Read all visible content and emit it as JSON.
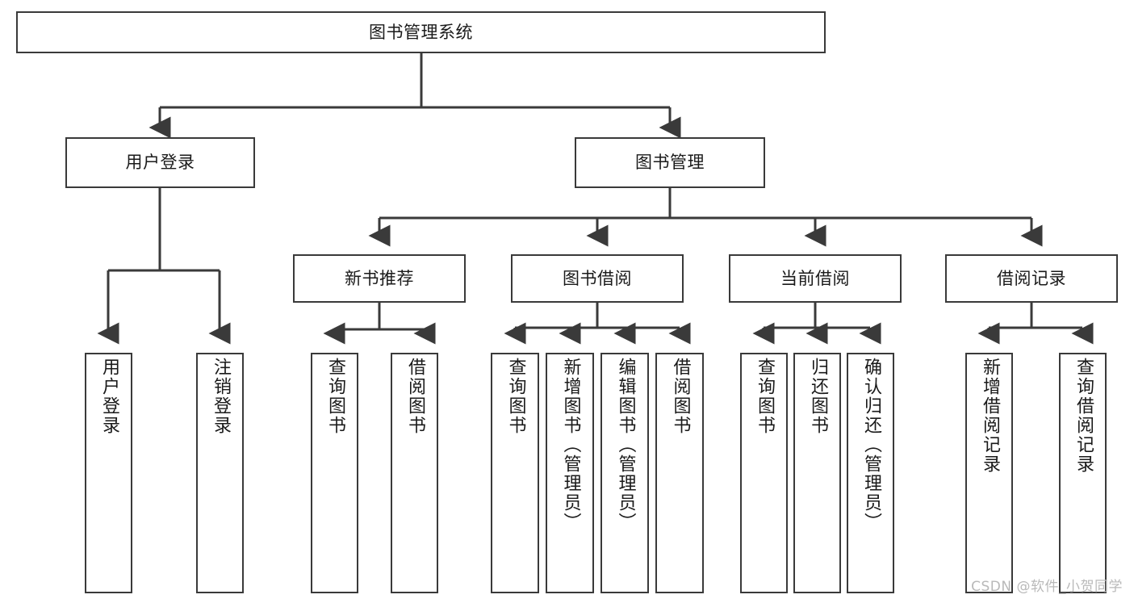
{
  "diagram": {
    "title": "图书管理系统",
    "type": "hierarchy-tree",
    "watermark": "CSDN @软件_小贺同学",
    "colors": {
      "box_border": "#3a3a3a",
      "box_fill": "#ffffff",
      "edge": "#3a3a3a",
      "text": "#1a1a1a",
      "watermark": "#b9b9b9"
    },
    "nodes": {
      "root": {
        "label": "图书管理系统"
      },
      "level2": [
        {
          "label": "用户登录"
        },
        {
          "label": "图书管理"
        }
      ],
      "level3": [
        {
          "label": "新书推荐"
        },
        {
          "label": "图书借阅"
        },
        {
          "label": "当前借阅"
        },
        {
          "label": "借阅记录"
        }
      ],
      "leaves": {
        "user_login": [
          {
            "label": "用户登录"
          },
          {
            "label": "注销登录"
          }
        ],
        "new_book_recommend": [
          {
            "label": "查询图书"
          },
          {
            "label": "借阅图书"
          }
        ],
        "book_borrow": [
          {
            "label": "查询图书"
          },
          {
            "label": "新增图书（管理员）"
          },
          {
            "label": "编辑图书（管理员）"
          },
          {
            "label": "借阅图书"
          }
        ],
        "current_borrow": [
          {
            "label": "查询图书"
          },
          {
            "label": "归还图书"
          },
          {
            "label": "确认归还（管理员）"
          }
        ],
        "borrow_records": [
          {
            "label": "新增借阅记录"
          },
          {
            "label": "查询借阅记录"
          }
        ]
      }
    }
  }
}
